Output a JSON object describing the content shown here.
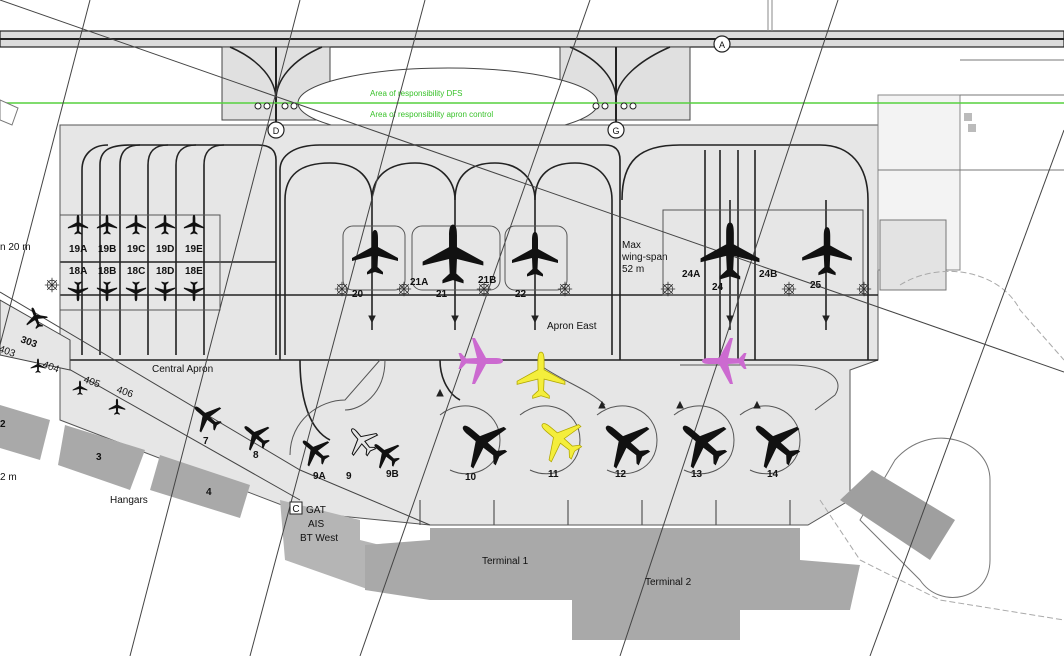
{
  "responsibility": {
    "dfs": "Area of responsibility DFS",
    "apron_control": "Area of responsibility apron control"
  },
  "taxiways": {
    "a": "A",
    "d": "D",
    "g": "G"
  },
  "areas": {
    "central_apron": "Central Apron",
    "apron_east": "Apron East",
    "hangars": "Hangars",
    "gat": "GAT",
    "ais": "AIS",
    "c_marker": "C",
    "bt_west": "BT West",
    "terminal_1": "Terminal 1",
    "terminal_2": "Terminal 2",
    "max_wingspan": [
      "Max",
      "wing-span",
      "52 m"
    ],
    "edge_20m": "n 20 m",
    "edge_2m": "2 m"
  },
  "hangar_numbers": [
    "2",
    "3",
    "4"
  ],
  "ga_stands": [
    "19A",
    "19B",
    "19C",
    "19D",
    "19E",
    "18A",
    "18B",
    "18C",
    "18D",
    "18E"
  ],
  "east_stands": [
    "20",
    "21A",
    "21",
    "21B",
    "22",
    "24A",
    "24",
    "24B",
    "25"
  ],
  "apron_stands": [
    "7",
    "8",
    "9A",
    "9",
    "9B",
    "10",
    "11",
    "12",
    "13",
    "14"
  ],
  "west_stands": [
    "303",
    "403",
    "404",
    "405",
    "406"
  ],
  "colors": {
    "apron": "#e6e6e6",
    "taxiway": "#d9d9d9",
    "building": "#a9a9a9",
    "green_line": "#56d13f",
    "magenta_plane": "#cc6ad0",
    "yellow_plane": "#f4ee3c"
  },
  "icons": [
    "aircraft-icon",
    "hold-position-icon",
    "taxiway-marker-icon"
  ]
}
